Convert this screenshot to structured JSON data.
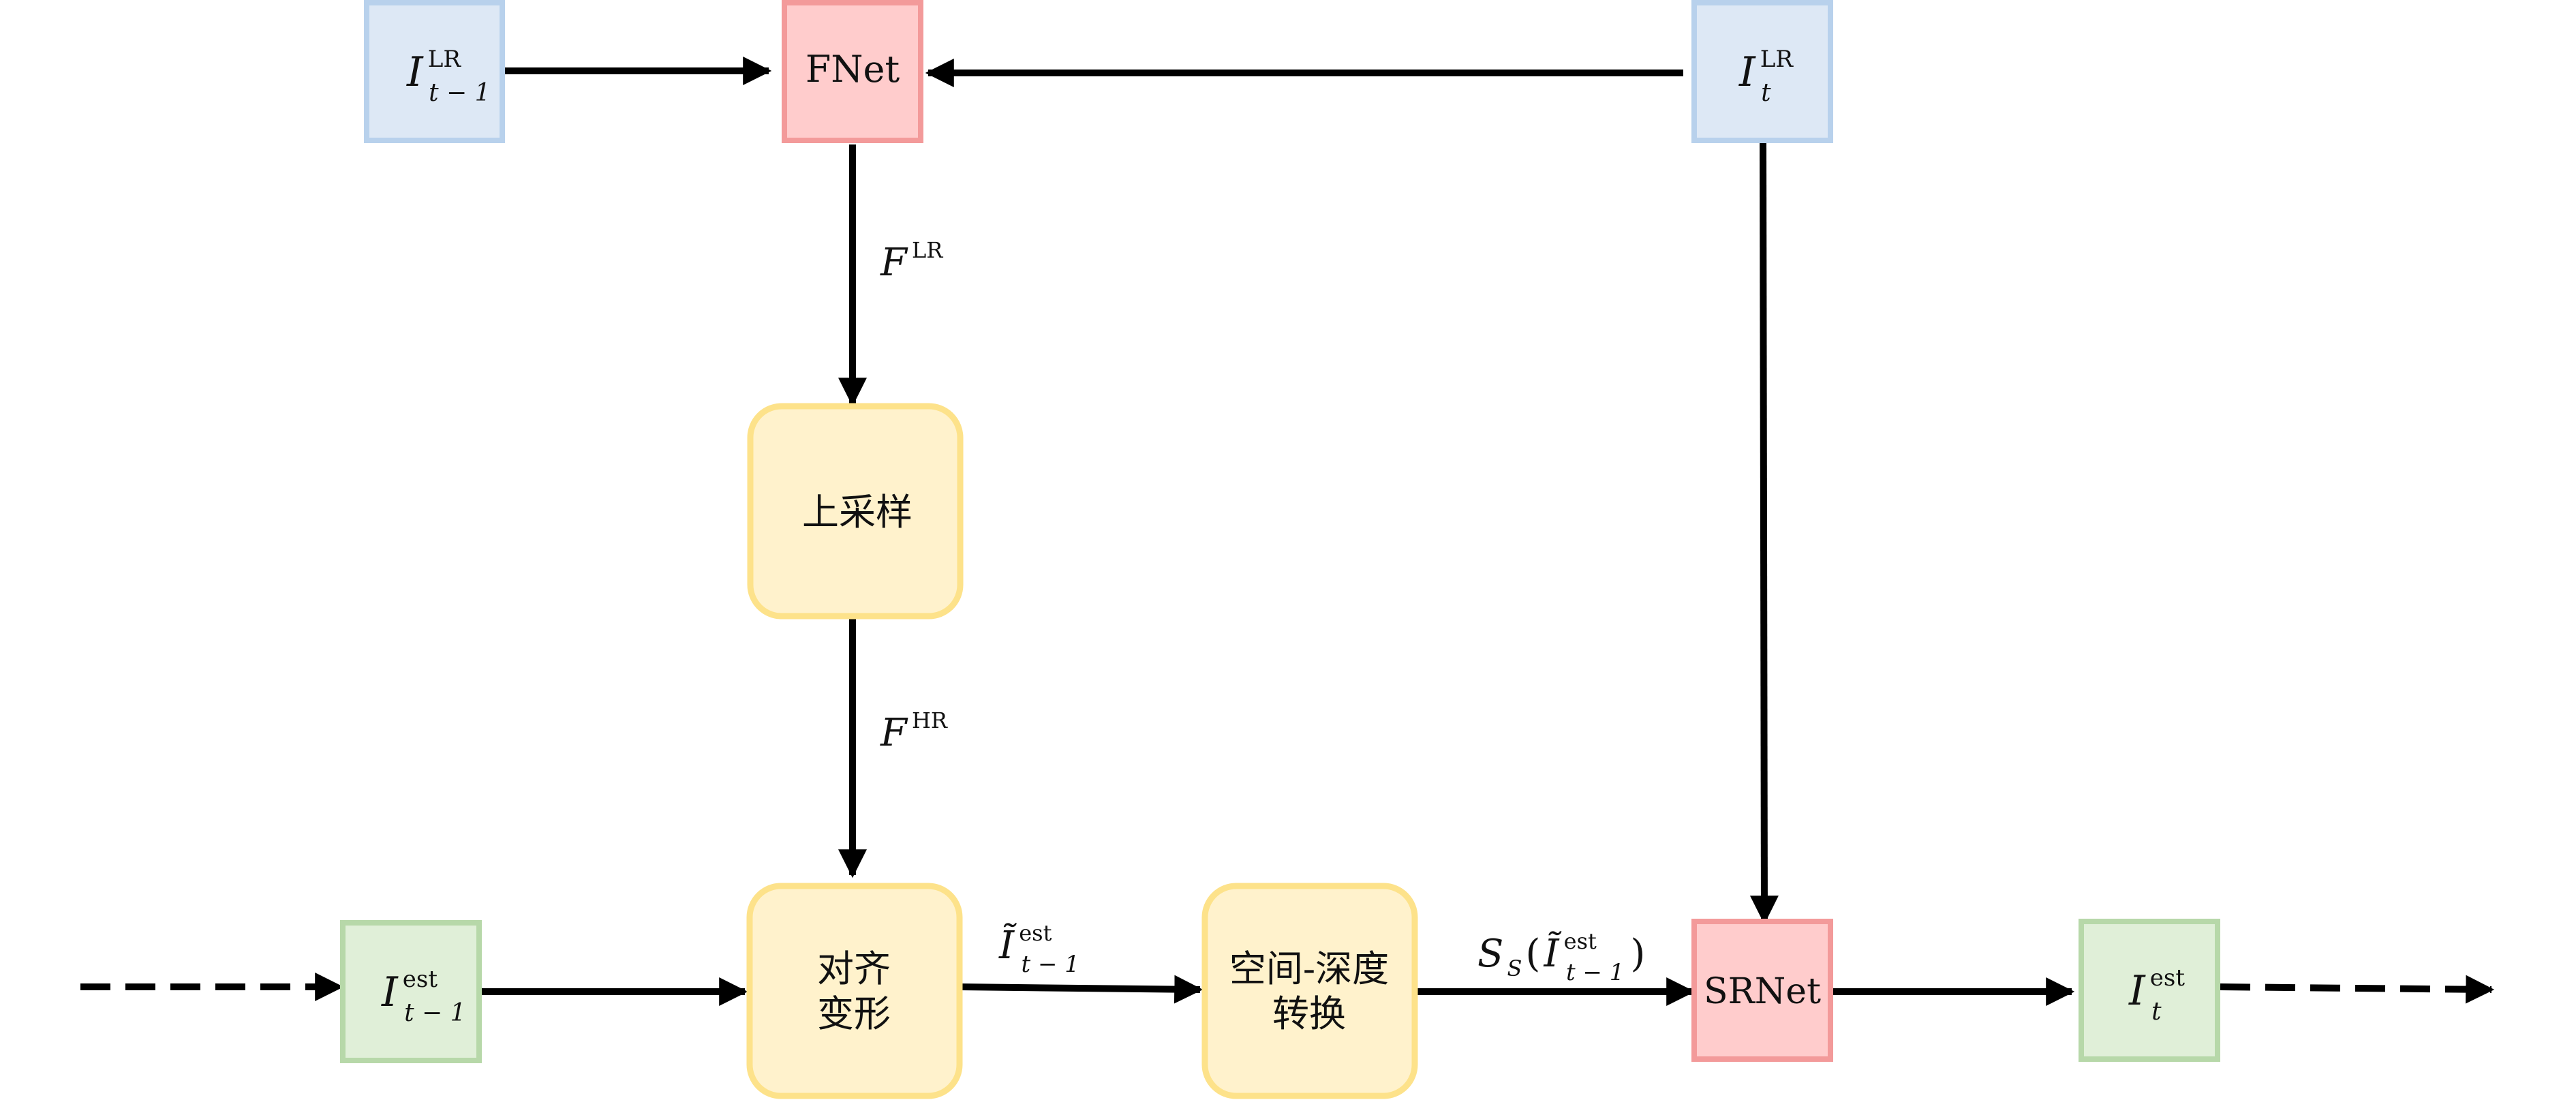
{
  "colors": {
    "blue_fill": "#dde8f5",
    "blue_stroke": "#b8d1ec",
    "red_fill": "#ffcccc",
    "red_stroke": "#f39a9a",
    "yellow_fill": "#fff2cc",
    "yellow_stroke": "#fde28a",
    "green_fill": "#e0efd8",
    "green_stroke": "#b7d8a9",
    "edge": "#000000"
  },
  "nodes": {
    "i_lr_prev": {
      "base": "I",
      "sup": "LR",
      "sub": "t − 1"
    },
    "fnet": {
      "label": "FNet"
    },
    "i_lr_curr": {
      "base": "I",
      "sup": "LR",
      "sub": "t"
    },
    "upsample": {
      "label": "上采样"
    },
    "warp": {
      "line1": "对齐",
      "line2": "变形"
    },
    "s2d": {
      "line1": "空间-深度",
      "line2": "转换"
    },
    "srnet": {
      "label": "SRNet"
    },
    "i_est_prev": {
      "base": "I",
      "sup": "est",
      "sub": "t − 1"
    },
    "i_est_curr": {
      "base": "I",
      "sup": "est",
      "sub": "t"
    }
  },
  "edge_labels": {
    "f_lr": {
      "base": "F",
      "sup": "LR"
    },
    "f_hr": {
      "base": "F",
      "sup": "HR"
    },
    "warped": {
      "base": "Ĩ",
      "sup": "est",
      "sub": "t − 1"
    },
    "s_s": {
      "func": "S",
      "func_sub": "S",
      "open": "(",
      "base": "Ĩ",
      "sup": "est",
      "sub": "t − 1",
      "close": ")"
    }
  }
}
